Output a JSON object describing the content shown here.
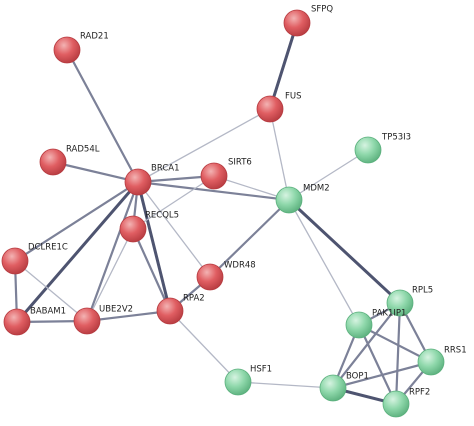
{
  "network": {
    "node_styles": {
      "red": {
        "fill": "#e05e62",
        "dark": "#b63b40",
        "light": "#f3b3b3"
      },
      "green": {
        "fill": "#8fd8ab",
        "dark": "#5bb07d",
        "light": "#d6f3e1"
      }
    },
    "nodes": [
      {
        "id": "SFPQ",
        "label": "SFPQ",
        "cluster": "red"
      },
      {
        "id": "RAD21",
        "label": "RAD21",
        "cluster": "red"
      },
      {
        "id": "FUS",
        "label": "FUS",
        "cluster": "red"
      },
      {
        "id": "RAD54L",
        "label": "RAD54L",
        "cluster": "red"
      },
      {
        "id": "BRCA1",
        "label": "BRCA1",
        "cluster": "red"
      },
      {
        "id": "SIRT6",
        "label": "SIRT6",
        "cluster": "red"
      },
      {
        "id": "RECQL5",
        "label": "RECQL5",
        "cluster": "red"
      },
      {
        "id": "DCLRE1C",
        "label": "DCLRE1C",
        "cluster": "red"
      },
      {
        "id": "WDR48",
        "label": "WDR48",
        "cluster": "red"
      },
      {
        "id": "RPA2",
        "label": "RPA2",
        "cluster": "red"
      },
      {
        "id": "BABAM1",
        "label": "BABAM1",
        "cluster": "red"
      },
      {
        "id": "UBE2V2",
        "label": "UBE2V2",
        "cluster": "red"
      },
      {
        "id": "TP53I3",
        "label": "TP53I3",
        "cluster": "green"
      },
      {
        "id": "MDM2",
        "label": "MDM2",
        "cluster": "green"
      },
      {
        "id": "RPL5",
        "label": "RPL5",
        "cluster": "green"
      },
      {
        "id": "PAK1IP1",
        "label": "PAK1IP1",
        "cluster": "green"
      },
      {
        "id": "RRS1",
        "label": "RRS1",
        "cluster": "green"
      },
      {
        "id": "HSF1",
        "label": "HSF1",
        "cluster": "green"
      },
      {
        "id": "BOP1",
        "label": "BOP1",
        "cluster": "green"
      },
      {
        "id": "RPF2",
        "label": "RPF2",
        "cluster": "green"
      }
    ],
    "edges": [
      {
        "s": "SFPQ",
        "t": "FUS",
        "w": "strong"
      },
      {
        "s": "RAD21",
        "t": "BRCA1",
        "w": "medium"
      },
      {
        "s": "FUS",
        "t": "BRCA1",
        "w": "light"
      },
      {
        "s": "FUS",
        "t": "MDM2",
        "w": "light"
      },
      {
        "s": "RAD54L",
        "t": "BRCA1",
        "w": "medium"
      },
      {
        "s": "BRCA1",
        "t": "SIRT6",
        "w": "medium"
      },
      {
        "s": "BRCA1",
        "t": "MDM2",
        "w": "medium"
      },
      {
        "s": "BRCA1",
        "t": "RECQL5",
        "w": "medium"
      },
      {
        "s": "BRCA1",
        "t": "DCLRE1C",
        "w": "medium"
      },
      {
        "s": "BRCA1",
        "t": "BABAM1",
        "w": "strong"
      },
      {
        "s": "BRCA1",
        "t": "UBE2V2",
        "w": "medium"
      },
      {
        "s": "BRCA1",
        "t": "RPA2",
        "w": "strong"
      },
      {
        "s": "BRCA1",
        "t": "WDR48",
        "w": "light"
      },
      {
        "s": "SIRT6",
        "t": "MDM2",
        "w": "light"
      },
      {
        "s": "SIRT6",
        "t": "RECQL5",
        "w": "light"
      },
      {
        "s": "MDM2",
        "t": "TP53I3",
        "w": "light"
      },
      {
        "s": "MDM2",
        "t": "WDR48",
        "w": "medium"
      },
      {
        "s": "MDM2",
        "t": "RPL5",
        "w": "strong"
      },
      {
        "s": "MDM2",
        "t": "PAK1IP1",
        "w": "light"
      },
      {
        "s": "RECQL5",
        "t": "UBE2V2",
        "w": "light"
      },
      {
        "s": "RECQL5",
        "t": "RPA2",
        "w": "medium"
      },
      {
        "s": "DCLRE1C",
        "t": "BABAM1",
        "w": "medium"
      },
      {
        "s": "DCLRE1C",
        "t": "UBE2V2",
        "w": "light"
      },
      {
        "s": "BABAM1",
        "t": "UBE2V2",
        "w": "medium"
      },
      {
        "s": "UBE2V2",
        "t": "RPA2",
        "w": "medium"
      },
      {
        "s": "WDR48",
        "t": "RPA2",
        "w": "medium"
      },
      {
        "s": "RPA2",
        "t": "HSF1",
        "w": "light"
      },
      {
        "s": "HSF1",
        "t": "BOP1",
        "w": "light"
      },
      {
        "s": "RPL5",
        "t": "PAK1IP1",
        "w": "medium"
      },
      {
        "s": "RPL5",
        "t": "RRS1",
        "w": "medium"
      },
      {
        "s": "RPL5",
        "t": "BOP1",
        "w": "medium"
      },
      {
        "s": "RPL5",
        "t": "RPF2",
        "w": "medium"
      },
      {
        "s": "PAK1IP1",
        "t": "RRS1",
        "w": "medium"
      },
      {
        "s": "PAK1IP1",
        "t": "BOP1",
        "w": "medium"
      },
      {
        "s": "PAK1IP1",
        "t": "RPF2",
        "w": "medium"
      },
      {
        "s": "RRS1",
        "t": "BOP1",
        "w": "medium"
      },
      {
        "s": "RRS1",
        "t": "RPF2",
        "w": "medium"
      },
      {
        "s": "BOP1",
        "t": "RPF2",
        "w": "strong"
      }
    ],
    "edge_colors": {
      "strong": "#4e5470",
      "medium": "#7c8198",
      "light": "#b4b8c6"
    }
  }
}
